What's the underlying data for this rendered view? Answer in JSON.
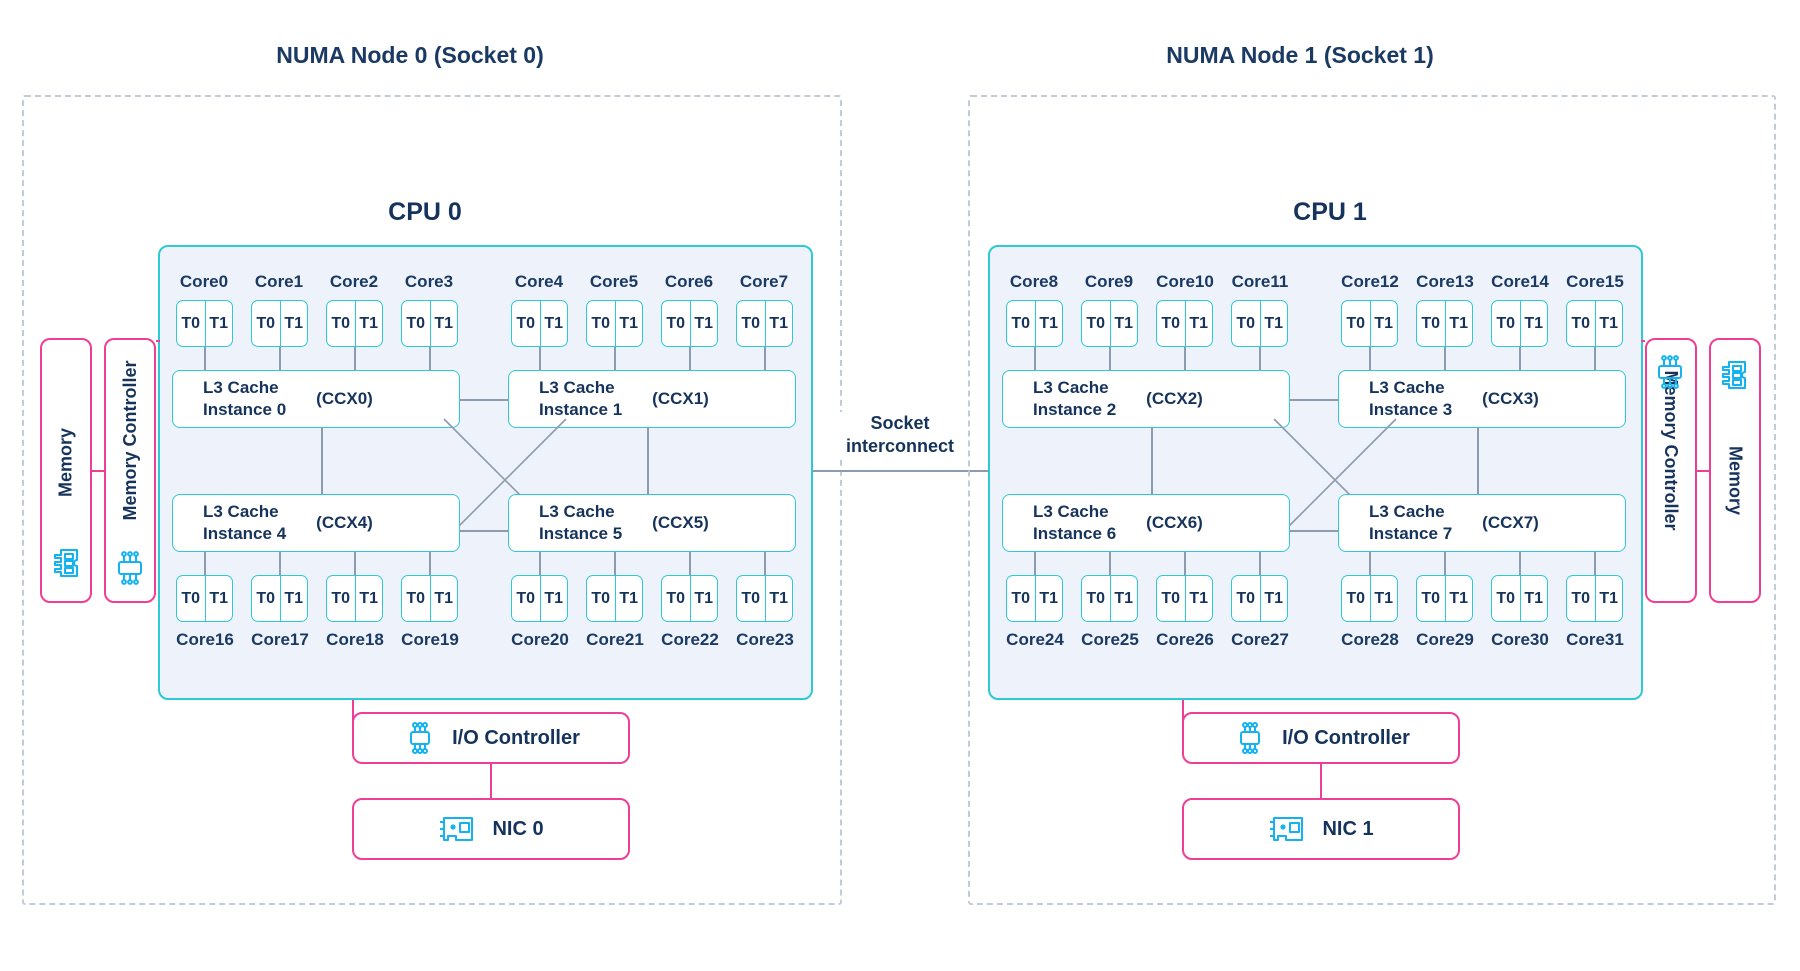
{
  "diagram": {
    "title_left": "NUMA Node 0 (Socket 0)",
    "title_right": "NUMA Node 1 (Socket 1)",
    "interconnect_label": "Socket\ninterconnect",
    "colors": {
      "accent_cyan": "#2ec8d6",
      "icon_blue": "#15b2f0",
      "accent_pink": "#ef3e96",
      "text_navy": "#16335c",
      "cpu_fill": "#eef3fb",
      "dashed_border": "#c3cbd6",
      "wire": "#8d9bae"
    }
  },
  "nodes": [
    {
      "id": "node0",
      "title": "NUMA Node 0 (Socket 0)",
      "cpu_title": "CPU 0",
      "memory_label": "Memory",
      "memory_icon": "ram-stick-icon",
      "memory_controller_label": "Memory Controller",
      "memory_controller_icon": "chip-icon",
      "io_controller_label": "I/O Controller",
      "io_controller_icon": "chip-pins-icon",
      "nic_label": "NIC 0",
      "nic_icon": "network-card-icon",
      "top_cores": [
        "Core0",
        "Core1",
        "Core2",
        "Core3",
        "Core4",
        "Core5",
        "Core6",
        "Core7"
      ],
      "bottom_cores": [
        "Core16",
        "Core17",
        "Core18",
        "Core19",
        "Core20",
        "Core21",
        "Core22",
        "Core23"
      ],
      "thread_labels": [
        "T0",
        "T1"
      ],
      "l3": [
        {
          "name": "L3 Cache\nInstance 0",
          "ccx": "(CCX0)"
        },
        {
          "name": "L3 Cache\nInstance 1",
          "ccx": "(CCX1)"
        },
        {
          "name": "L3 Cache\nInstance 4",
          "ccx": "(CCX4)"
        },
        {
          "name": "L3 Cache\nInstance 5",
          "ccx": "(CCX5)"
        }
      ]
    },
    {
      "id": "node1",
      "title": "NUMA Node 1 (Socket 1)",
      "cpu_title": "CPU 1",
      "memory_label": "Memory",
      "memory_icon": "ram-stick-icon",
      "memory_controller_label": "Memory Controller",
      "memory_controller_icon": "chip-icon",
      "io_controller_label": "I/O Controller",
      "io_controller_icon": "chip-pins-icon",
      "nic_label": "NIC 1",
      "nic_icon": "network-card-icon",
      "top_cores": [
        "Core8",
        "Core9",
        "Core10",
        "Core11",
        "Core12",
        "Core13",
        "Core14",
        "Core15"
      ],
      "bottom_cores": [
        "Core24",
        "Core25",
        "Core26",
        "Core27",
        "Core28",
        "Core29",
        "Core30",
        "Core31"
      ],
      "thread_labels": [
        "T0",
        "T1"
      ],
      "l3": [
        {
          "name": "L3 Cache\nInstance 2",
          "ccx": "(CCX2)"
        },
        {
          "name": "L3 Cache\nInstance 3",
          "ccx": "(CCX3)"
        },
        {
          "name": "L3 Cache\nInstance 6",
          "ccx": "(CCX6)"
        },
        {
          "name": "L3 Cache\nInstance 7",
          "ccx": "(CCX7)"
        }
      ]
    }
  ]
}
